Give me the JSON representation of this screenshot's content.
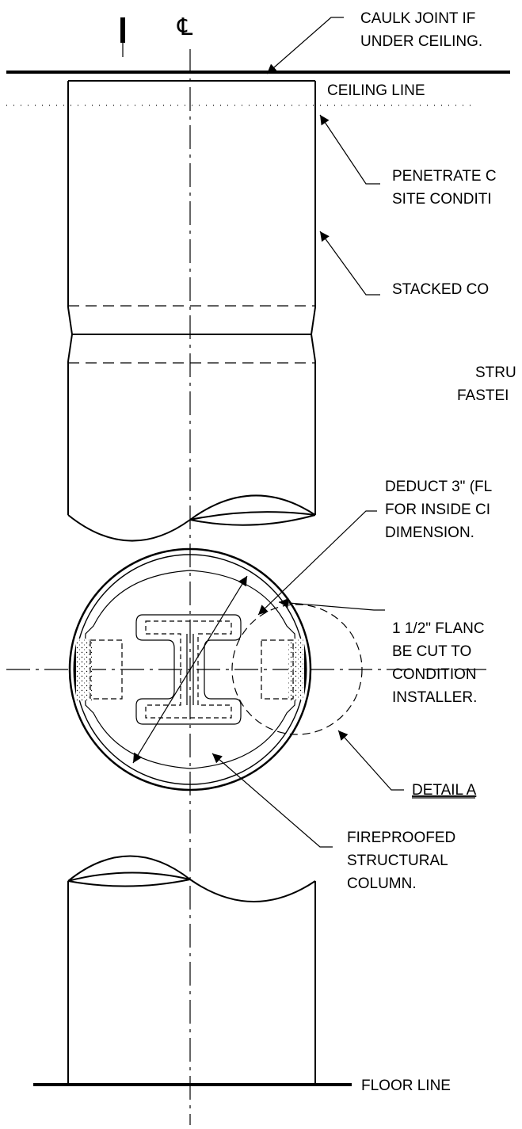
{
  "labels": {
    "centerline_symbol": "℄",
    "caulk_line1": "CAULK JOINT IF",
    "caulk_line2": "UNDER CEILING.",
    "ceiling_line": "CEILING LINE",
    "penetrate_line1": "PENETRATE C",
    "penetrate_line2": "SITE CONDITI",
    "stacked": "STACKED CO",
    "stru": "STRU",
    "fastei": "FASTEI",
    "deduct_line1": "DEDUCT 3\" (FL",
    "deduct_line2": "FOR INSIDE CI",
    "deduct_line3": "DIMENSION.",
    "flange_line1": "1 1/2\" FLANC",
    "flange_line2": "BE CUT TO",
    "flange_line3": "CONDITION",
    "flange_line4": "INSTALLER.",
    "detail_a": "DETAIL A",
    "fireproofed_line1": "FIREPROOFED",
    "fireproofed_line2": "STRUCTURAL",
    "fireproofed_line3": "COLUMN.",
    "floor_line": "FLOOR LINE"
  }
}
